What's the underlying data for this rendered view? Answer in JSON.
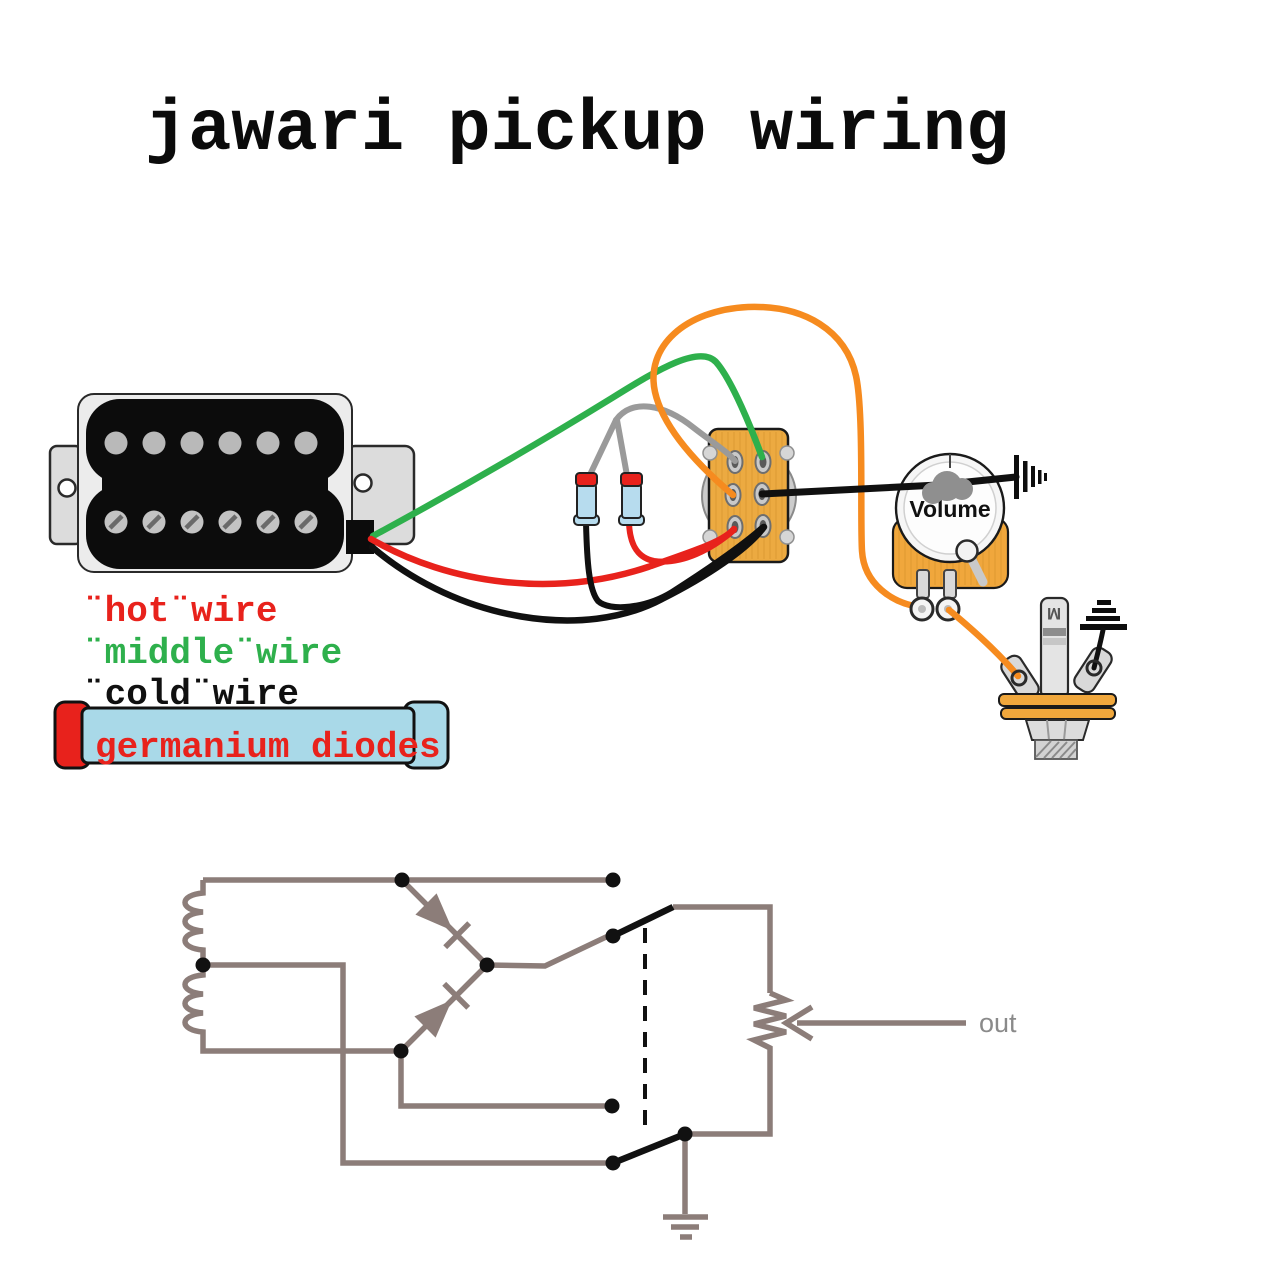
{
  "title": "jawari pickup wiring",
  "legend": {
    "hot_label": "¨hot¨wire",
    "middle_label": "¨middle¨wire",
    "cold_label": "¨cold¨wire",
    "diodes_label": "germanium diodes"
  },
  "volume_pot": {
    "label": "Volume"
  },
  "output_jack": {
    "tip_label": "M"
  },
  "schematic": {
    "out_label": "out"
  },
  "colors": {
    "hot_red": "#e8221c",
    "middle_green": "#2eb04c",
    "cold_black": "#101010",
    "orange": "#f68b1f",
    "lead_gray": "#9a9a9a",
    "schematic_wire": "#8c7d79",
    "out_text": "#8a8a8a",
    "switch_body": "#ecaa41",
    "pot_body": "#f0a73c",
    "diode_body": "#b7dcee",
    "diode_band": "#e8221c",
    "legend_capsule": "#a9d9e8"
  }
}
